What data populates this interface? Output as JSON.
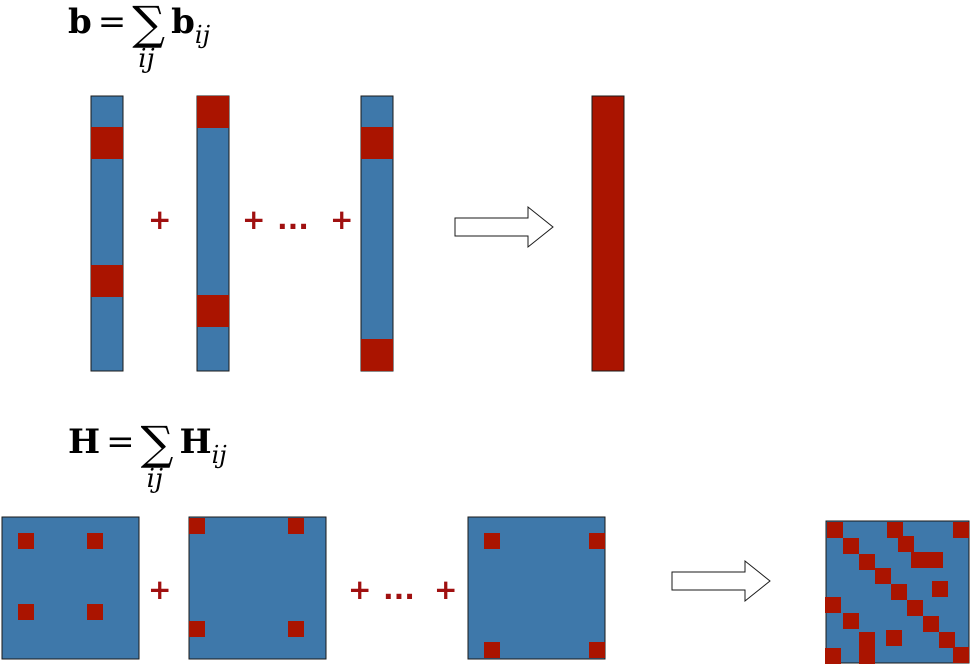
{
  "colors": {
    "block": "#3e78aa",
    "highlight": "#aa1400",
    "outline": "#1a1a1a",
    "operator": "#a01010",
    "arrow_fill": "#ffffff"
  },
  "top": {
    "equation": {
      "lhs": "b",
      "equals": "=",
      "sigma": "∑",
      "subscript": "ij",
      "rhs": "b",
      "rhs_index": "ij"
    },
    "operators": [
      "+",
      "+",
      "...",
      "+"
    ]
  },
  "bottom": {
    "equation": {
      "lhs": "H",
      "equals": "=",
      "sigma": "∑",
      "subscript": "ij",
      "rhs": "H",
      "rhs_index": "ij"
    },
    "operators": [
      "+",
      "+",
      "...",
      "+"
    ]
  },
  "icons": {
    "arrow": "hollow-right-arrow-icon"
  }
}
